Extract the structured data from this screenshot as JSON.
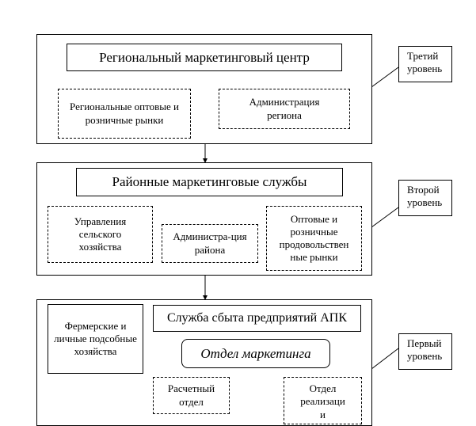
{
  "levels": {
    "third": {
      "title": "Региональный маркетинговый центр",
      "left": "Региональные оптовые и розничные рынки",
      "right": "Администрация региона",
      "callout": "Третий уровень"
    },
    "second": {
      "title": "Районные маркетинговые службы",
      "left": "Управления сельского хозяйства",
      "center": "Администра-ция района",
      "right": "Оптовые и розничные продовольствен ные рынки",
      "callout": "Второй уровень"
    },
    "first": {
      "title": "Служба сбыта предприятий АПК",
      "left": "Фермерские и личные подсобные хозяйства",
      "marketing": "Отдел маркетинга",
      "accounting": "Расчетный отдел",
      "sales": "Отдел реализаци и",
      "callout": "Первый уровень"
    }
  }
}
